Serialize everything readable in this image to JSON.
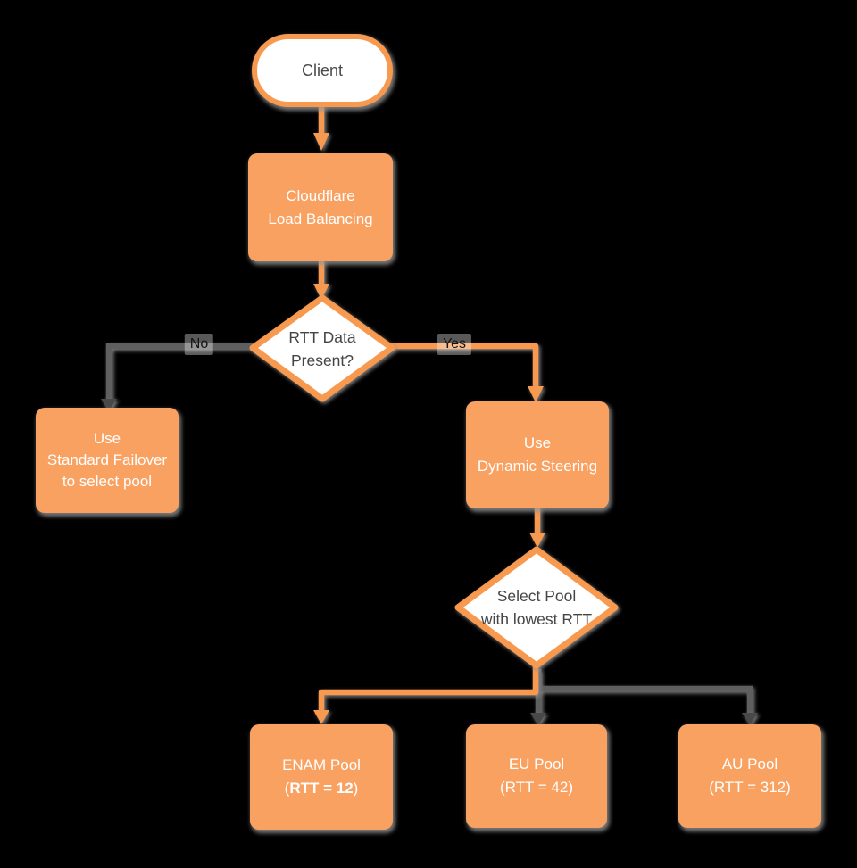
{
  "colors": {
    "background": "#000000",
    "orange_line": "#F7994F",
    "orange_fill": "#F9A161",
    "white_fill": "#FFFFFF",
    "dark_text": "#454545",
    "white_text": "#FFFFFF",
    "gray_line": "#5E5E5E",
    "gray_arrowhead": "#4A4A4A",
    "shadow_gray": "#8F8F8F"
  },
  "nodes": {
    "client": {
      "label": "Client"
    },
    "cloudflare_lb": {
      "line1": "Cloudflare",
      "line2": "Load Balancing"
    },
    "rtt_decision": {
      "line1": "RTT Data",
      "line2": "Present?"
    },
    "standard_failover": {
      "line1": "Use",
      "line2": "Standard Failover",
      "line3": "to select pool"
    },
    "dynamic_steering": {
      "line1": "Use",
      "line2": "Dynamic Steering"
    },
    "select_pool": {
      "line1": "Select Pool",
      "line2": "with lowest RTT"
    },
    "enam_pool": {
      "line1": "ENAM Pool",
      "line2_open": "(",
      "line2_bold": "RTT = 12",
      "line2_close": ")"
    },
    "eu_pool": {
      "line1": "EU Pool",
      "line2": "(RTT = 42)"
    },
    "au_pool": {
      "line1": "AU Pool",
      "line2": "(RTT = 312)"
    }
  },
  "edges": {
    "no_label": "No",
    "yes_label": "Yes"
  }
}
